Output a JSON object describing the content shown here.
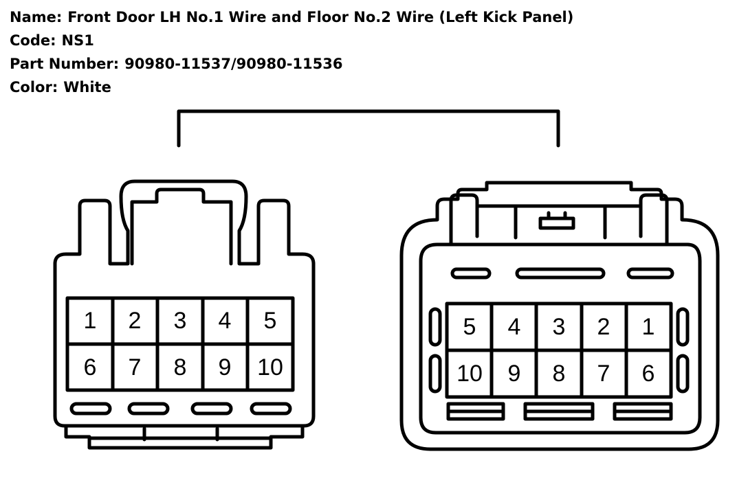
{
  "header": {
    "name_label": "Name:",
    "name_value": "Front Door LH No.1 Wire and Floor No.2 Wire (Left Kick Panel)",
    "code_label": "Code:",
    "code_value": "NS1",
    "part_label": "Part Number:",
    "part_value": "90980-11537/90980-11536",
    "color_label": "Color:",
    "color_value": "White"
  },
  "left_connector": {
    "row1": [
      "1",
      "2",
      "3",
      "4",
      "5"
    ],
    "row2": [
      "6",
      "7",
      "8",
      "9",
      "10"
    ]
  },
  "right_connector": {
    "row1": [
      "5",
      "4",
      "3",
      "2",
      "1"
    ],
    "row2": [
      "10",
      "9",
      "8",
      "7",
      "6"
    ]
  }
}
